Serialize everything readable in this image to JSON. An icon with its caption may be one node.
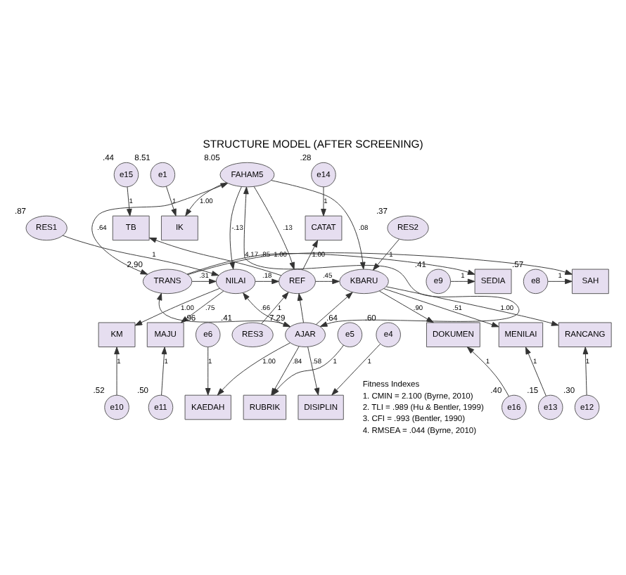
{
  "diagram": {
    "title": "STRUCTURE MODEL (AFTER SCREENING)",
    "nodes": [
      {
        "text": [
          "e1"
        ],
        "beside": [
          "8.51"
        ]
      },
      {
        "text": [
          "IK"
        ]
      },
      {
        "text": [
          "FAHAM5"
        ],
        "beside": [
          "8.05"
        ]
      },
      {
        "text": [
          "RES1"
        ],
        "beside": [
          ".87"
        ]
      },
      {
        "text": [
          "e14"
        ],
        "beside": [
          ".28"
        ]
      },
      {
        "text": [
          "e15"
        ],
        "beside": [
          ".44"
        ]
      },
      {
        "text": [
          "CATAT"
        ]
      },
      {
        "text": [
          "TB"
        ]
      },
      {
        "text": [
          "RES2"
        ],
        "beside": [
          ".37"
        ]
      },
      {
        "text": [
          "e9"
        ],
        "beside": [
          ".41"
        ]
      },
      {
        "text": [
          "SEDIA"
        ]
      },
      {
        "text": [
          "e8"
        ],
        "beside": [
          ".57"
        ]
      },
      {
        "text": [
          "SAH"
        ]
      },
      {
        "text": [
          "TRANS"
        ],
        "beside": [
          "2.90"
        ]
      },
      {
        "text": [
          "NILAI"
        ]
      },
      {
        "text": [
          "REF"
        ]
      },
      {
        "text": [
          "KBARU"
        ]
      },
      {
        "text": [
          "AJAR"
        ],
        "beside": [
          "7.29"
        ]
      },
      {
        "text": [
          "MAJU"
        ]
      },
      {
        "text": [
          "KM"
        ]
      },
      {
        "text": [
          "RES3"
        ],
        "beside": [
          ".41"
        ]
      },
      {
        "text": [
          "DOKUMEN"
        ]
      },
      {
        "text": [
          "MENILAI"
        ]
      },
      {
        "text": [
          "RANCANG"
        ]
      },
      {
        "text": [
          "e11"
        ],
        "beside": [
          ".50"
        ]
      },
      {
        "text": [
          "e10"
        ],
        "beside": [
          ".52"
        ]
      },
      {
        "text": [
          "e16"
        ],
        "beside": [
          ".40"
        ]
      },
      {
        "text": [
          "e13"
        ],
        "beside": [
          ".15"
        ]
      },
      {
        "text": [
          "e12"
        ],
        "beside": [
          ".30"
        ]
      },
      {
        "text": [
          "KAEDAH"
        ]
      },
      {
        "text": [
          "RUBRIK"
        ]
      },
      {
        "text": [
          "DISIPLIN"
        ]
      },
      {
        "text": [
          "e6"
        ],
        "beside": [
          ".96"
        ]
      },
      {
        "text": [
          "e5"
        ],
        "beside": [
          ".64"
        ]
      },
      {
        "text": [
          "e4"
        ],
        "beside": [
          ".60"
        ]
      }
    ],
    "edges": [
      {
        "from": 0,
        "to": 1,
        "arrow": "to",
        "label": "1"
      },
      {
        "from": 2,
        "to": 1,
        "arrow": "to",
        "label": "1.00"
      },
      {
        "from": 9,
        "to": 10,
        "arrow": "to",
        "label": "1"
      },
      {
        "from": 11,
        "to": 12,
        "arrow": "to",
        "label": "1"
      },
      {
        "from": 13,
        "to": 10,
        "arrow": "to",
        "label": ".85"
      },
      {
        "from": 13,
        "to": 12,
        "arrow": "to",
        "label": "1.00"
      },
      {
        "from": 2,
        "to": 13,
        "arrow": "both",
        "label": ".64"
      },
      {
        "from": 13,
        "to": 17,
        "arrow": "both"
      },
      {
        "from": 2,
        "to": 17,
        "arrow": "both",
        "label": "4.17"
      },
      {
        "from": 2,
        "to": 14,
        "arrow": "to",
        "label": "-.13"
      },
      {
        "from": 2,
        "to": 15,
        "arrow": "to",
        "label": ".13"
      },
      {
        "from": 2,
        "to": 16,
        "arrow": "to",
        "label": ".08"
      },
      {
        "from": 3,
        "to": 14,
        "arrow": "to",
        "label": "1"
      },
      {
        "from": 13,
        "to": 14,
        "arrow": "to",
        "label": ".31"
      },
      {
        "from": 17,
        "to": 14,
        "arrow": "to",
        "label": ".66"
      },
      {
        "from": 17,
        "to": 15,
        "arrow": "to"
      },
      {
        "from": 17,
        "to": 16,
        "arrow": "to"
      },
      {
        "from": 14,
        "to": 15,
        "arrow": "to",
        "label": ".18"
      },
      {
        "from": 15,
        "to": 16,
        "arrow": "to",
        "label": ".45"
      },
      {
        "from": 4,
        "to": 6,
        "arrow": "to",
        "label": "1"
      },
      {
        "from": 5,
        "to": 7,
        "arrow": "to",
        "label": "1"
      },
      {
        "from": 15,
        "to": 6,
        "arrow": "to",
        "label": "1.00"
      },
      {
        "from": 15,
        "to": 7,
        "arrow": "to"
      },
      {
        "from": 8,
        "to": 16,
        "arrow": "to",
        "label": "1"
      },
      {
        "from": 20,
        "to": 15,
        "arrow": "to",
        "label": "1"
      },
      {
        "from": 14,
        "to": 18,
        "arrow": "to",
        "label": ".75"
      },
      {
        "from": 14,
        "to": 19,
        "arrow": "to",
        "label": "1.00"
      },
      {
        "from": 24,
        "to": 18,
        "arrow": "to",
        "label": "1"
      },
      {
        "from": 25,
        "to": 19,
        "arrow": "to",
        "label": "1"
      },
      {
        "from": 16,
        "to": 21,
        "arrow": "to",
        "label": ".90"
      },
      {
        "from": 16,
        "to": 22,
        "arrow": "to",
        "label": ".51"
      },
      {
        "from": 16,
        "to": 23,
        "arrow": "to",
        "label": "1.00"
      },
      {
        "from": 26,
        "to": 21,
        "arrow": "to",
        "label": "1"
      },
      {
        "from": 27,
        "to": 22,
        "arrow": "to",
        "label": "1"
      },
      {
        "from": 28,
        "to": 23,
        "arrow": "to",
        "label": "1"
      },
      {
        "from": 17,
        "to": 29,
        "arrow": "to",
        "label": "1.00"
      },
      {
        "from": 17,
        "to": 30,
        "arrow": "to",
        "label": ".84"
      },
      {
        "from": 17,
        "to": 31,
        "arrow": "to",
        "label": ".58"
      },
      {
        "from": 32,
        "to": 29,
        "arrow": "to",
        "label": "1"
      },
      {
        "from": 33,
        "to": 30,
        "arrow": "to",
        "label": "1"
      },
      {
        "from": 34,
        "to": 31,
        "arrow": "to",
        "label": "1"
      }
    ],
    "labels": [
      "Fitness Indexes",
      "1. CMIN = 2.100 (Byrne, 2010)",
      "2. TLI = .989 (Hu & Bentler, 1999)",
      "3. CFI = .993 (Bentler, 1990)",
      "4. RMSEA = .044 (Byrne, 2010)"
    ]
  }
}
